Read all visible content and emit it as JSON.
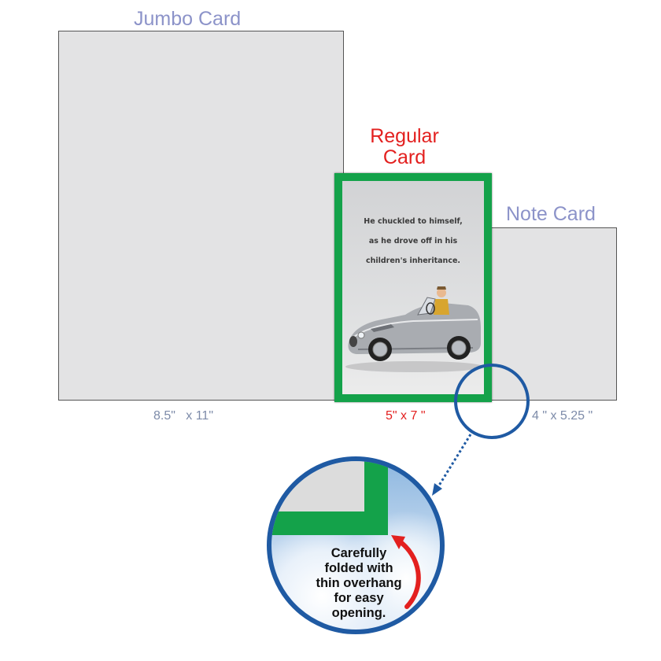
{
  "jumbo": {
    "label": "Jumbo Card",
    "dimension": "8.5\"   x 11\""
  },
  "regular": {
    "label_line1": "Regular",
    "label_line2": "Card",
    "dimension": "5\" x 7 \"",
    "card_text": [
      "He chuckled to himself,",
      "as he drove off in his",
      "children's inheritance."
    ]
  },
  "note": {
    "label": "Note Card",
    "dimension": "4 \" x 5.25 \""
  },
  "zoom": {
    "lines": [
      "Carefully",
      "folded with",
      "thin overhang",
      "for easy",
      "opening."
    ]
  },
  "colors": {
    "label_blue": "#8c93c9",
    "label_red": "#e3201f",
    "card_green": "#14a24a",
    "circle_blue": "#1f5aa3",
    "arrow_red": "#e3201f"
  },
  "icons": [
    "car-illustration",
    "curved-arrow-icon",
    "dotted-arrow-icon"
  ]
}
